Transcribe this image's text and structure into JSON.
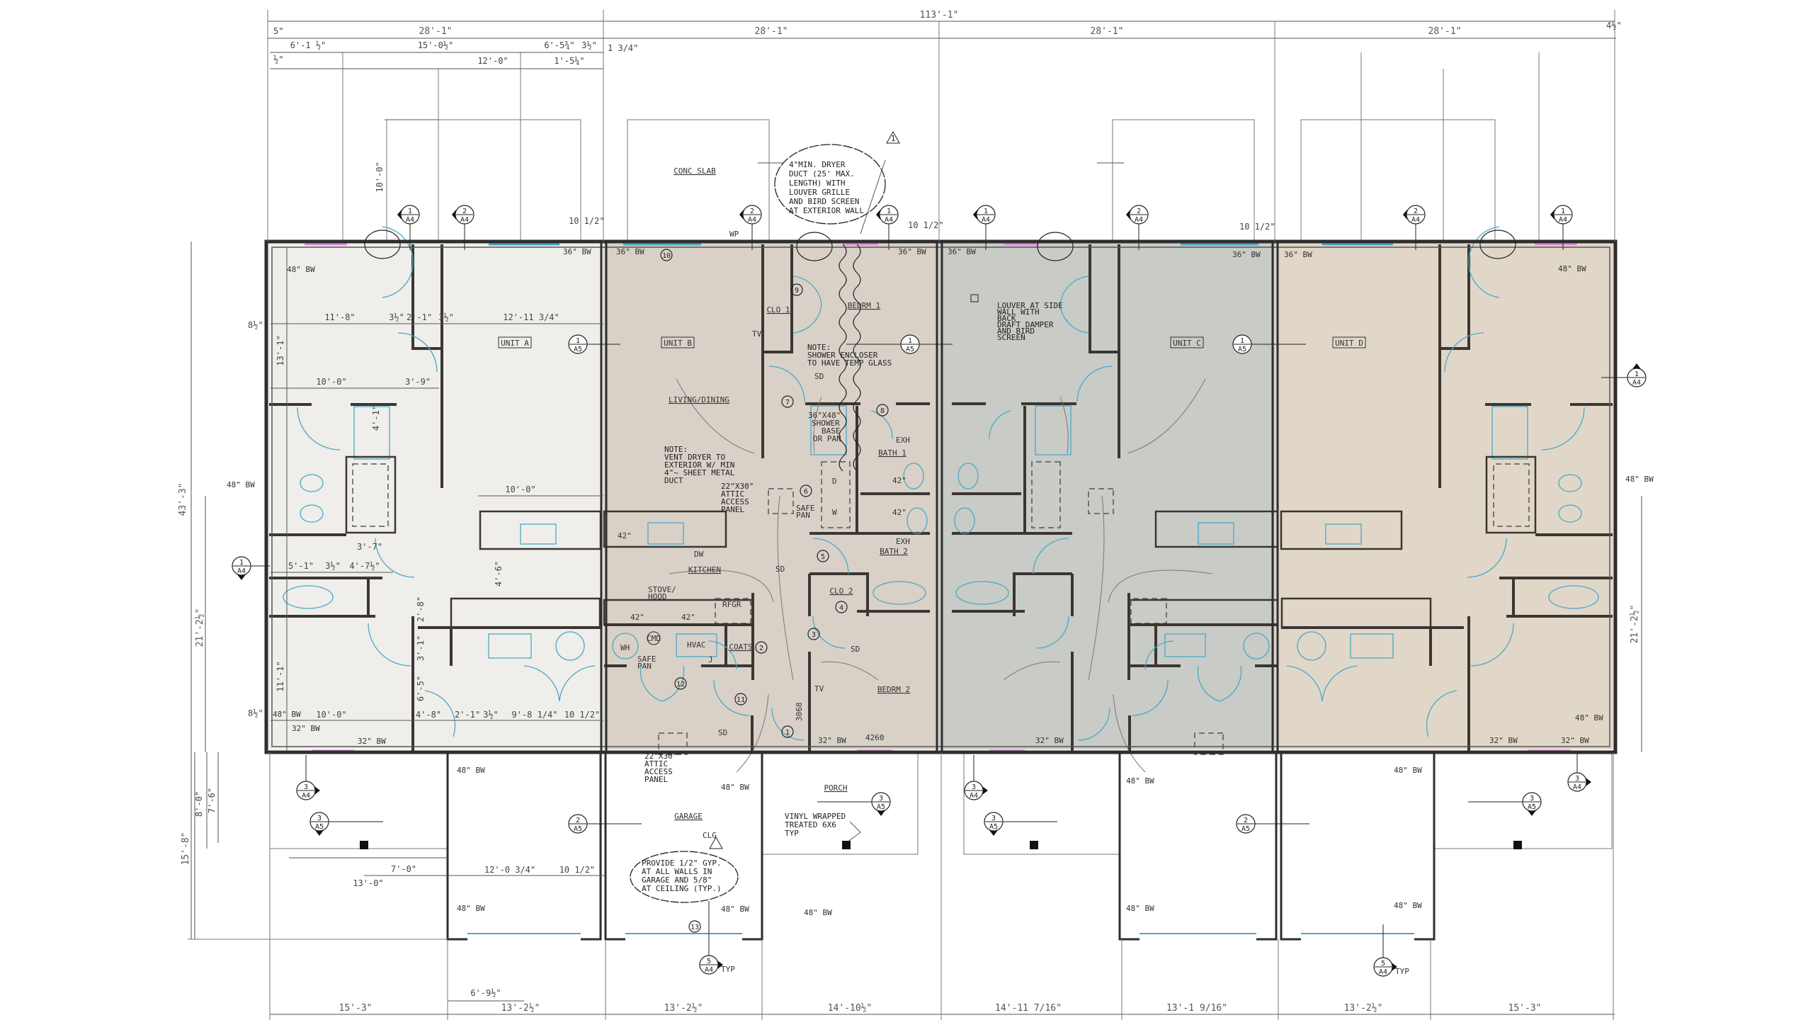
{
  "colors": {
    "unit_a": "#efeeea",
    "unit_b": "#d9d1c7",
    "unit_c": "#c9cbc7",
    "unit_d": "#e1d7c9",
    "window_blue": "#4aa8c8",
    "window_pink": "#e58ae0"
  },
  "dimensions": {
    "overall": "113'-1\"",
    "unit_widths": [
      "28'-1\"",
      "28'-1\"",
      "28'-1\"",
      "28'-1\""
    ],
    "end_offset_left": "5\"",
    "end_offset_right": "4½\"",
    "unit_a_top": [
      "6'-1 ½\"",
      "15'-0½\"",
      "6'-5¾\"",
      "3½\"",
      "1 3/4\""
    ],
    "unit_a_top2": [
      "½\"",
      "12'-0\"",
      "1'-5¼\""
    ],
    "patio_depth": "10'-0\"",
    "wall_offset": "10 1/2\"",
    "bottom": [
      "15'-3\"",
      "13'-2½\"",
      "13'-2½\"",
      "14'-10½\"",
      "14'-11 7/16\"",
      "13'-1 9/16\"",
      "13'-2½\"",
      "15'-3\""
    ],
    "bottom_sub": "6'-9½\"",
    "left": {
      "overall": "43'-3\"",
      "living": "21'-2½\"",
      "garage": "15'-8\"",
      "porch": "8'-0\"",
      "post": "7'-6\"",
      "side_8": "8½\""
    },
    "right_living": "21'-2½\"",
    "porch": [
      "7'-0\"",
      "13'-0\""
    ],
    "garage": [
      "12'-0 3/4\"",
      "10 1/2\""
    ],
    "unit_a_interior": [
      "11'-8\"",
      "3½\"",
      "2'-1\"",
      "3½\"",
      "12'-11 3/4\"",
      "13'-1\"",
      "10'-0\"",
      "3'-9\"",
      "4'-1\"",
      "10'-0\"",
      "3'-7\"",
      "5'-1\"",
      "3½\"",
      "4'-7½\"",
      "4'-6\"",
      "10'-0\"",
      "4'-8\"",
      "2'-1\"",
      "3½\"",
      "9'-8 1/4\"",
      "10 1/2\"",
      "11'-1\"",
      "6'-5\"",
      "3'-1\"",
      "2'-8\""
    ]
  },
  "units": {
    "a": "UNIT A",
    "b": "UNIT B",
    "c": "UNIT C",
    "d": "UNIT D"
  },
  "rooms": {
    "living": "LIVING/DINING",
    "clo1": "CLO 1",
    "bedrm1": "BEDRM 1",
    "bath1": "BATH 1",
    "kitchen": "KITCHEN",
    "bath2": "BATH 2",
    "clo2": "CLO 2",
    "bedrm2": "BEDRM 2",
    "coats": "COATS",
    "garage": "GARAGE",
    "porch": "PORCH"
  },
  "fixtures": {
    "dw": "DW",
    "stove": [
      "STOVE/",
      "HOOD"
    ],
    "rfgr": "RFGR",
    "hvac": "HVAC",
    "wh": "WH",
    "cmd": "CMD",
    "j": "J",
    "d": "D",
    "w": "W",
    "tv": "TV",
    "sd": "SD",
    "exh": "EXH",
    "clg": "CLG",
    "wp": "WP",
    "counter": "42\"",
    "safe_pan": [
      "SAFE",
      "PAN"
    ],
    "shower": [
      "36\"X48\"",
      "SHOWER",
      "BASE",
      "OR PAN"
    ],
    "window": "4260",
    "door": "3068"
  },
  "bw": {
    "b36": "36\" BW",
    "b48": "48\" BW",
    "b32": "32\" BW"
  },
  "notes": {
    "concrete": "CONC SLAB",
    "dryer_duct": [
      "4\"MIN. DRYER",
      "DUCT (25' MAX.",
      "LENGTH) WITH",
      "LOUVER GRILLE",
      "AND BIRD SCREEN",
      "AT EXTERIOR WALL"
    ],
    "shower": [
      "NOTE:",
      "SHOWER ENCLOSER",
      "TO HAVE TEMP GLASS"
    ],
    "vent": [
      "NOTE:",
      "VENT DRYER TO",
      "EXTERIOR W/ MIN",
      "4\"~ SHEET METAL",
      "DUCT"
    ],
    "attic": [
      "22\"X30\"",
      "ATTIC",
      "ACCESS",
      "PANEL"
    ],
    "louver": [
      "LOUVER AT SIDE",
      "WALL WITH",
      "BACK",
      "DRAFT DAMPER",
      "AND BIRD",
      "SCREEN"
    ],
    "gyp": [
      "PROVIDE 1/2\" GYP.",
      "AT ALL WALLS IN",
      "GARAGE AND 5/8\"",
      "AT CEILING (TYP.)"
    ],
    "post": [
      "VINYL WRAPPED",
      "TREATED 6X6",
      "TYP"
    ],
    "typ": "TYP",
    "revision": "1"
  },
  "markers": {
    "s1a4": {
      "num": "1",
      "sheet": "A4"
    },
    "s2a4": {
      "num": "2",
      "sheet": "A4"
    },
    "s3a4": {
      "num": "3",
      "sheet": "A4"
    },
    "s5a4": {
      "num": "5",
      "sheet": "A4"
    },
    "s1a5": {
      "num": "1",
      "sheet": "A5"
    },
    "s2a5": {
      "num": "2",
      "sheet": "A5"
    },
    "s3a5": {
      "num": "3",
      "sheet": "A5"
    }
  },
  "door_tags": [
    "1",
    "2",
    "3",
    "4",
    "5",
    "6",
    "7",
    "8",
    "9",
    "10",
    "11",
    "12",
    "13"
  ]
}
